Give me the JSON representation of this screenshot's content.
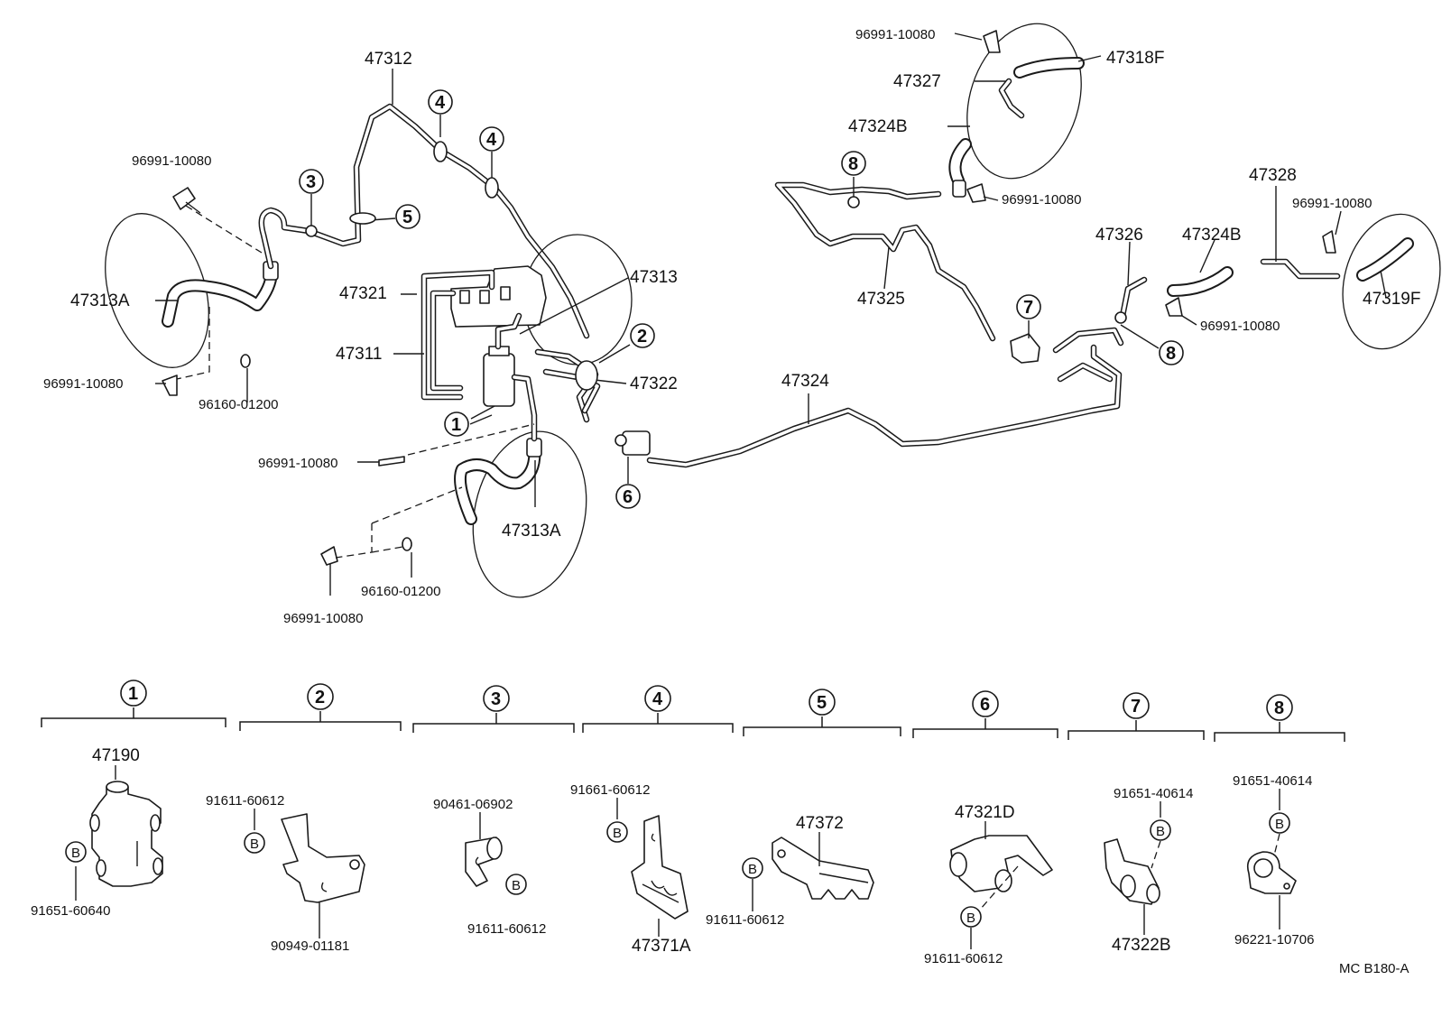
{
  "diagram": {
    "code": "MC  B180-A",
    "labels": {
      "47312": "47312",
      "47313": "47313",
      "47321": "47321",
      "47311": "47311",
      "47322": "47322",
      "47313A_left": "47313A",
      "47313A_bottom": "47313A",
      "96991_tl": "96991-10080",
      "96991_l": "96991-10080",
      "96160_l": "96160-01200",
      "96991_m": "96991-10080",
      "96991_bl": "96991-10080",
      "96160_bl": "96160-01200",
      "96991_tr": "96991-10080",
      "47318F": "47318F",
      "47327": "47327",
      "47324B_top": "47324B",
      "96991_mr": "96991-10080",
      "47325": "47325",
      "47324": "47324",
      "47326": "47326",
      "47324B_right": "47324B",
      "47328": "47328",
      "96991_r": "96991-10080",
      "96991_rr": "96991-10080",
      "47319F": "47319F"
    },
    "markers": {
      "m1": "1",
      "m2": "2",
      "m3": "3",
      "m4a": "4",
      "m4b": "4",
      "m5": "5",
      "m6": "6",
      "m7": "7",
      "m8a": "8",
      "m8b": "8"
    },
    "groups": [
      {
        "number": "1",
        "labels": [
          "47190",
          "91651-60640"
        ]
      },
      {
        "number": "2",
        "labels": [
          "91611-60612",
          "90949-01181"
        ]
      },
      {
        "number": "3",
        "labels": [
          "90461-06902",
          "91611-60612"
        ]
      },
      {
        "number": "4",
        "labels": [
          "91661-60612",
          "47371A"
        ]
      },
      {
        "number": "5",
        "labels": [
          "47372",
          "91611-60612"
        ]
      },
      {
        "number": "6",
        "labels": [
          "47321D",
          "91611-60612"
        ]
      },
      {
        "number": "7",
        "labels": [
          "91651-40614",
          "47322B"
        ]
      },
      {
        "number": "8",
        "labels": [
          "91651-40614",
          "96221-10706"
        ]
      }
    ],
    "bolt_symbol": "B"
  }
}
